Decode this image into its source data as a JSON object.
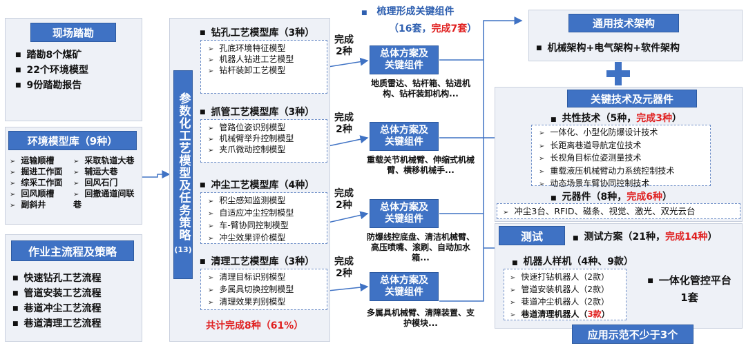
{
  "col1": {
    "survey": {
      "title": "现场踏勘",
      "items": [
        "踏勘8个煤矿",
        "22个环境模型",
        "9份踏勘报告"
      ]
    },
    "env": {
      "title": "环境模型库（9种）",
      "left": [
        "运输顺槽",
        "掘进工作面",
        "综采工作面",
        "回风顺槽",
        "副斜井"
      ],
      "right": [
        "采取轨道大巷",
        "辅运大巷",
        "回风石门",
        "回撤通道间联巷"
      ]
    },
    "flow": {
      "title": "作业主流程及策略",
      "items": [
        "快速钻孔工艺流程",
        "管道安装工艺流程",
        "巷道冲尘工艺流程",
        "巷道清理工艺流程"
      ]
    }
  },
  "col2": {
    "vertical_label": "参数化工艺模型及任务策略",
    "vertical_count": "(13)",
    "libs": [
      {
        "title": "钻孔工艺模型库（3种）",
        "items": [
          "孔底环境特征模型",
          "机器人钻进工艺模型",
          "钻杆装卸工艺模型"
        ]
      },
      {
        "title": "抓管工艺模型库（3种）",
        "items": [
          "管路位姿识别模型",
          "机械臂举升控制模型",
          "夹爪微动控制模型"
        ]
      },
      {
        "title": "冲尘工艺模型库（4种）",
        "items": [
          "积尘感知监测模型",
          "自适应冲尘控制模型",
          "车-臂协同控制模型",
          "冲尘效果评价模型"
        ]
      },
      {
        "title": "清理工艺模型库（3种）",
        "items": [
          "清理目标识别模型",
          "多属具切换控制模型",
          "清理效果判别模型"
        ]
      }
    ],
    "summary_prefix": "共计完成8种",
    "summary_pct": "（61%）"
  },
  "col3": {
    "header_title": "梳理形成关键组件",
    "header_sub_pre": "（16套，",
    "header_sub_red": "完成7套",
    "header_sub_post": "）",
    "done_line1": "完成",
    "done_line2": "2种",
    "plan_line1": "总体方案及",
    "plan_line2": "关键组件",
    "descs": [
      "地质雷达、钻杆箱、钻进机构、钻杆装卸机构...",
      "重载关节机械臂、伸缩式机械臂、横移机械手...",
      "防爆线控底盘、清洁机械臂、高压喷嘴、滚刷、自动加水箱...",
      "多属具机械臂、清障装置、支护模块..."
    ]
  },
  "col4": {
    "general": {
      "title": "通用技术架构",
      "item": "机械架构+电气架构+软件架构"
    },
    "plus": "+",
    "key": {
      "title": "关键技术及元器件",
      "common_pre": "共性技术（5种，",
      "common_red": "完成3种",
      "common_post": "）",
      "common_items": [
        "一体化、小型化防爆设计技术",
        "长距离巷道导航定位技术",
        "长视角目标位姿测量技术",
        "重载液压机械臂动力系统控制技术",
        "动态场景车臂协同控制技术"
      ],
      "comp_pre": "元器件（8种，",
      "comp_red": "完成6种",
      "comp_post": "）",
      "comp_item": "冲尘3台、RFID、磁条、视觉、激光、双光云台"
    },
    "test": {
      "label": "测试",
      "plan_pre": "测试方案（21种，",
      "plan_red": "完成14种",
      "plan_post": "）",
      "robot_title": "机器人样机（4种、9款）",
      "robots": [
        "快速打钻机器人（2款）",
        "管道安装机器人（2款）",
        "巷道冲尘机器人（2款）"
      ],
      "robot_last_pre": "巷道清理机器人（",
      "robot_last_red": "3款",
      "robot_last_post": "）",
      "platform_line1": "一体化管控平台",
      "platform_line2": "1套",
      "demo": "应用示范不少于3个"
    }
  }
}
